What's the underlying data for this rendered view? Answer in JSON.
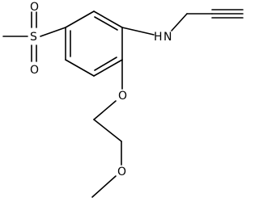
{
  "molecule": {
    "atoms": {
      "sulfur": "S",
      "sulfonyl_oxygen_top": "O",
      "sulfonyl_oxygen_bottom": "O",
      "amine": "N",
      "amine_hydrogen": "H",
      "ether_oxygen_ring": "O",
      "ether_oxygen_methoxy": "O"
    }
  },
  "colors": {
    "bond": "#000000",
    "background": "#ffffff"
  }
}
